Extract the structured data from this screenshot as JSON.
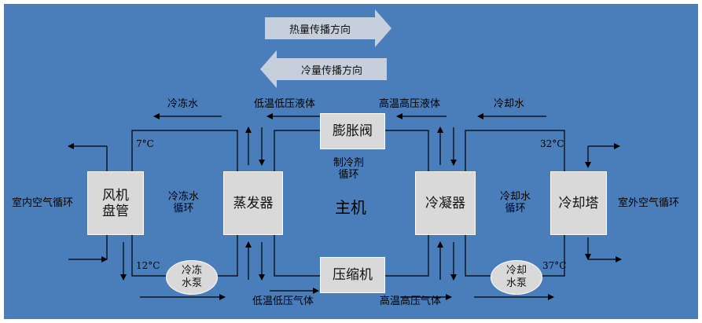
{
  "banners": {
    "heat_direction": "热量传播方向",
    "cold_direction": "冷量传播方向"
  },
  "components": {
    "fan_coil": "风机\n盘管",
    "evaporator": "蒸发器",
    "expansion_valve": "膨胀阀",
    "compressor": "压缩机",
    "condenser": "冷凝器",
    "cooling_tower": "冷却塔",
    "chilled_pump": "冷冻\n水泵",
    "cooling_pump": "冷却\n水泵",
    "main_unit": "主机"
  },
  "labels": {
    "chilled_water": "冷冻水",
    "low_temp_liquid": "低温低压液体",
    "high_temp_liquid": "高温高压液体",
    "cooling_water": "冷却水",
    "refrigerant_loop": "制冷剂\n循环",
    "chilled_loop": "冷冻水\n循环",
    "cooling_loop": "冷却水\n循环",
    "indoor_air": "室内空气循环",
    "outdoor_air": "室外空气循环",
    "low_temp_gas": "低温低压气体",
    "high_temp_gas": "高温高压气体"
  },
  "temperatures": {
    "t7": "7°C",
    "t12": "12°C",
    "t32": "32°C",
    "t37": "37°C"
  },
  "colors": {
    "background": "#4a7ebb",
    "box_fill": "#d9d9d9",
    "arrow_fill": "#c6d0dc",
    "line": "#000000"
  }
}
